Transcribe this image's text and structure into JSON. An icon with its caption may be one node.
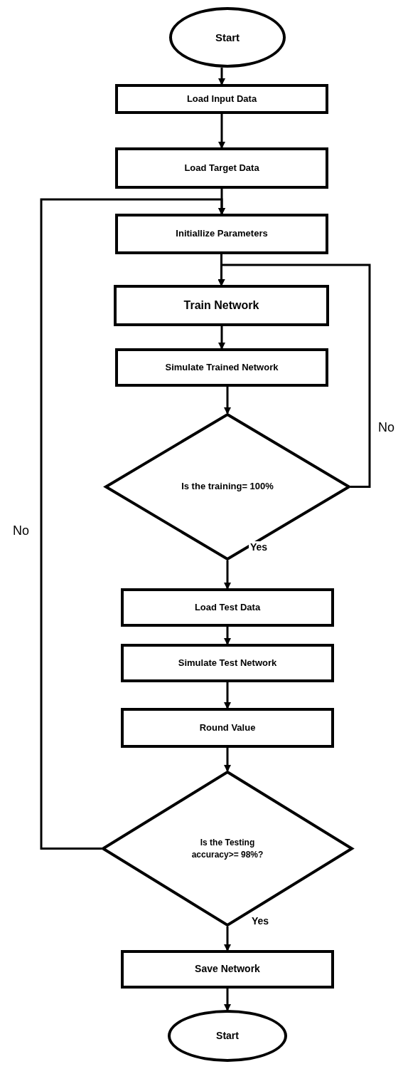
{
  "diagram": {
    "nodes": [
      {
        "text": [
          "Start"
        ]
      },
      {
        "text": [
          "Load Input Data"
        ]
      },
      {
        "text": [
          "Load Target Data"
        ]
      },
      {
        "text": [
          "Initiallize Parameters"
        ]
      },
      {
        "text": [
          "Train Network"
        ]
      },
      {
        "text": [
          "Simulate Trained Network"
        ]
      },
      {
        "text": [
          "Is the training= 100%"
        ]
      },
      {
        "text": [
          "Load Test Data"
        ]
      },
      {
        "text": [
          "Simulate Test Network"
        ]
      },
      {
        "text": [
          "Round Value"
        ]
      },
      {
        "text": [
          "Is the Testing accuracy>= 98%?"
        ]
      },
      {
        "text": [
          "Save Network"
        ]
      },
      {
        "text": [
          "Start"
        ]
      }
    ],
    "edges": [
      {
        "from": 0,
        "to": 1,
        "arrow": "to"
      },
      {
        "from": 1,
        "to": 2,
        "arrow": "to"
      },
      {
        "from": 2,
        "to": 3,
        "arrow": "to"
      },
      {
        "from": 3,
        "to": 4,
        "arrow": "to"
      },
      {
        "from": 4,
        "to": 5,
        "arrow": "to"
      },
      {
        "from": 5,
        "to": 6,
        "arrow": "to"
      },
      {
        "from": 6,
        "to": 7,
        "arrow": "to",
        "label": "Yes"
      },
      {
        "from": 6,
        "to": 4,
        "arrow": "to",
        "label": "No"
      },
      {
        "from": 7,
        "to": 8,
        "arrow": "to"
      },
      {
        "from": 8,
        "to": 9,
        "arrow": "to"
      },
      {
        "from": 9,
        "to": 10,
        "arrow": "to"
      },
      {
        "from": 10,
        "to": 11,
        "arrow": "to",
        "label": "Yes"
      },
      {
        "from": 10,
        "to": 3,
        "arrow": "to",
        "label": "No"
      },
      {
        "from": 11,
        "to": 12,
        "arrow": "to"
      }
    ]
  }
}
